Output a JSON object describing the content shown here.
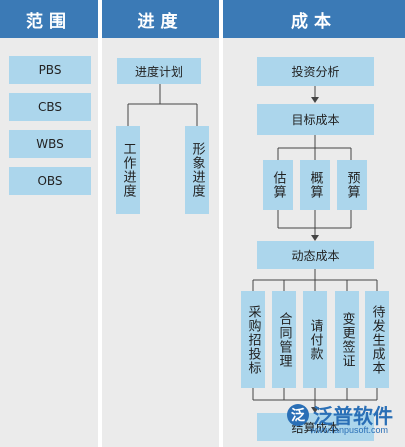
{
  "columns": [
    {
      "title": "范围"
    },
    {
      "title": "进度"
    },
    {
      "title": "成本"
    }
  ],
  "scope": [
    "PBS",
    "CBS",
    "WBS",
    "OBS"
  ],
  "schedule": {
    "root": "进度计划",
    "children": [
      "工作进度",
      "形象进度"
    ]
  },
  "cost": {
    "investment_analysis": "投资分析",
    "target_cost": "目标成本",
    "estimates": [
      "估算",
      "概算",
      "预算"
    ],
    "dynamic_cost": "动态成本",
    "items": [
      "采购招投标",
      "合同管理",
      "请付款",
      "变更签证",
      "待发生成本"
    ],
    "final": "结算成本"
  },
  "watermark": {
    "brand": "泛普软件",
    "url": "www.fanpusoft.com"
  },
  "colors": {
    "header": "#3b7ab6",
    "box": "#acd6ec",
    "column_bg": "#ebebeb"
  }
}
